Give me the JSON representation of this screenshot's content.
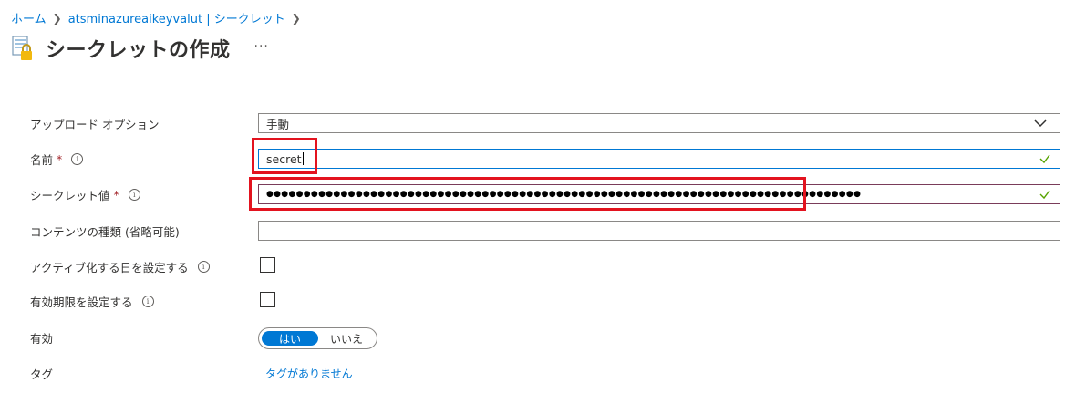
{
  "breadcrumb": {
    "home": "ホーム",
    "vault": "atsminazureaikeyvalut | シークレット"
  },
  "page": {
    "title": "シークレットの作成",
    "more": "···"
  },
  "form": {
    "upload": {
      "label": "アップロード オプション",
      "value": "手動"
    },
    "name": {
      "label": "名前",
      "required_mark": "*",
      "value": "secret"
    },
    "secret_value": {
      "label": "シークレット値",
      "required_mark": "*",
      "masked": "●●●●●●●●●●●●●●●●●●●●●●●●●●●●●●●●●●●●●●●●●●●●●●●●●●●●●●●●●●●●●●●●●●●●●●●●●●●●●●●●"
    },
    "content_type": {
      "label": "コンテンツの種類 (省略可能)",
      "value": ""
    },
    "activation": {
      "label": "アクティブ化する日を設定する",
      "checked": false
    },
    "expiration": {
      "label": "有効期限を設定する",
      "checked": false
    },
    "enabled": {
      "label": "有効",
      "yes": "はい",
      "no": "いいえ",
      "selected": "はい"
    },
    "tags": {
      "label": "タグ",
      "value": "タグがありません"
    }
  },
  "icons": {
    "info": "info-icon",
    "chevron": "chevron-down-icon",
    "check": "checkmark-icon",
    "page_icon": "key-vault-secret-icon"
  },
  "colors": {
    "accent": "#0078d4",
    "highlight": "#e3131f",
    "valid": "#57a300",
    "required": "#a4262c"
  },
  "info_glyph": "i"
}
